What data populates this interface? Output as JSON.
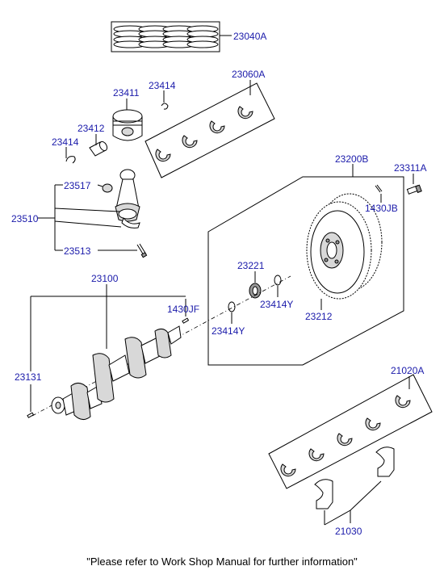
{
  "labels": {
    "piston_ring_set": "23040A",
    "snap_ring_top": "23414",
    "piston": "23411",
    "piston_pin": "23412",
    "snap_ring_left": "23414",
    "main_bearing_upper_set": "23060A",
    "connecting_rod_bearing": "23517",
    "connecting_rod_assembly": "23510",
    "connecting_rod_bolt": "23513",
    "flywheel_assembly": "23200B",
    "flywheel_bolt": "23311A",
    "flywheel_dowel_pin": "1430JB",
    "seal": "23221",
    "snap_ring_seal": "23414Y",
    "ring_gear": "23212",
    "crankshaft": "23100",
    "crank_pin": "1430JF",
    "snap_ring_crank": "23414Y",
    "crank_sprocket_key": "23131",
    "main_bearing_lower_set": "21020A",
    "thrust_washer": "21030"
  },
  "footer": {
    "note": "\"Please refer to Work Shop Manual for further information\""
  }
}
